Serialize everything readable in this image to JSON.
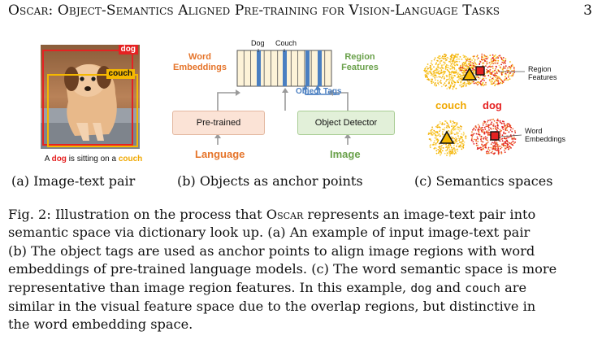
{
  "header": {
    "title": "Oscar: Object-Semantics Aligned Pre-training for Vision-Language Tasks",
    "page_number": "3"
  },
  "panel_a": {
    "tag_dog": "dog",
    "tag_couch": "couch",
    "caption_pre": "A ",
    "caption_dog": "dog",
    "caption_mid": " is sitting on a ",
    "caption_couch": "couch",
    "subcaption": "(a) Image-text pair"
  },
  "panel_b": {
    "word_embeddings_line1": "Word",
    "word_embeddings_line2": "Embeddings",
    "region_features_line1": "Region",
    "region_features_line2": "Features",
    "dog_label": "Dog",
    "couch_label": "Couch",
    "object_tags": "Object Tags",
    "pretrained_box": "Pre-trained",
    "detector_box": "Object Detector",
    "language_label": "Language",
    "image_label": "Image",
    "subcaption": "(b) Objects as anchor points"
  },
  "panel_c": {
    "region_features_line1": "Region",
    "region_features_line2": "Features",
    "couch_label": "couch",
    "dog_label": "dog",
    "word_embeddings_line1": "Word",
    "word_embeddings_line2": "Embeddings",
    "subcaption": "(c) Semantics spaces"
  },
  "colors": {
    "dog_red": "#e52222",
    "couch_yellow": "#f5b800",
    "orange_text": "#e5742a",
    "green_text": "#6aa14b",
    "pretrained_fill": "#fbe3d6",
    "detector_fill": "#e2f0d9",
    "token_fill": "#fdf3d8",
    "blue_token": "#4a7fc1"
  },
  "figure_caption": {
    "line1_prefix": "Fig. 2: Illustration on the process that ",
    "oscar": "Oscar",
    "line1_suffix": " represents an image-text pair into",
    "line2": "semantic space via dictionary look up. (a) An example of input image-text pair",
    "line3": "(b) The object tags are used as anchor points to align image regions with word",
    "line4": "embeddings of pre-trained language models. (c) The word semantic space is more",
    "line5": "representative than image region features. In this example, ",
    "mono_dog": "dog",
    "line5_and": " and ",
    "mono_couch": "couch",
    "line5_end": " are",
    "line6": "similar in the visual feature space due to the overlap regions, but distinctive in",
    "line7": "the word embedding space."
  }
}
